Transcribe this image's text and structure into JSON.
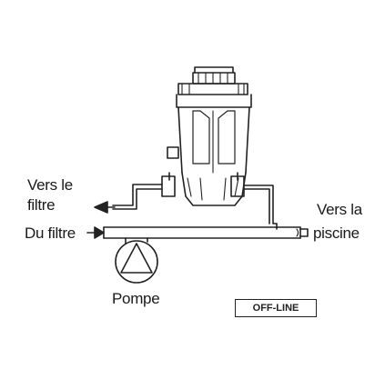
{
  "labels": {
    "to_filter_line1": "Vers le",
    "to_filter_line2": "filtre",
    "from_filter": "Du filtre",
    "to_pool_line1": "Vers la",
    "to_pool_line2": "piscine",
    "pump": "Pompe",
    "mode": "OFF-LINE"
  },
  "icons": [
    "chlorinator-icon",
    "pump-icon",
    "arrow-left-icon",
    "arrow-right-icon"
  ],
  "colors": {
    "line": "#222222",
    "background": "#ffffff"
  }
}
